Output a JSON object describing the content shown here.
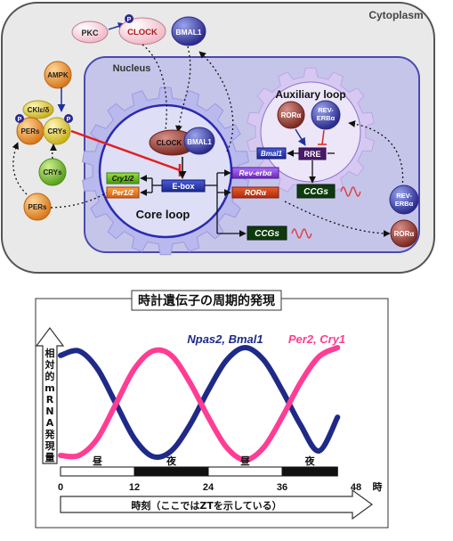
{
  "cell": {
    "cytoplasm_label": "Cytoplasm",
    "nucleus_label": "Nucleus",
    "core_loop_label": "Core loop",
    "auxiliary_loop_label": "Auxiliary loop"
  },
  "cytoplasm_items": {
    "pkc": "PKC",
    "clock": "CLOCK",
    "bmal1": "BMAL1",
    "ampk": "AMPK",
    "ck": "CKIε/δ",
    "pers": "PERs",
    "crys": "CRYs",
    "crys2": "CRYs",
    "pers2": "PERs",
    "p": "P",
    "rev_erb": "REV-ERBα",
    "ror": "RORα"
  },
  "core_loop": {
    "clock": "CLOCK",
    "bmal1": "BMAL1",
    "ebox": "E-box",
    "cry12": "Cry1/2",
    "per12": "Per1/2",
    "rev_erb": "Rev-erbα",
    "ror": "RORα",
    "ccgs": "CCGs"
  },
  "aux_loop": {
    "ror": "RORα",
    "rev_erb": "REV-ERBα",
    "rre": "RRE",
    "bmal1": "Bmal1",
    "ccgs": "CCGs"
  },
  "colors": {
    "cytoplasm_fill": "#e9e9e9",
    "nucleus_fill": "#c5c5ea",
    "gear_fill": "#b9b9ee",
    "core_fill": "#dedef6",
    "aux_gear_fill": "#d6c8f0",
    "aux_inner_fill": "#ece6f8",
    "inhibit_red": "#e02020",
    "wave_red": "#e0404a",
    "navy": "#1f2a88",
    "magenta": "#ff3d94"
  },
  "graph": {
    "title": "時計遺伝子の周期的発現",
    "y_axis_label": "相対的mRNA発現量",
    "series_a_label": "Npas2, Bmal1",
    "series_b_label": "Per2, Cry1",
    "day_label_1": "昼",
    "night_label_1": "夜",
    "day_label_2": "昼",
    "night_label_2": "夜",
    "time_unit": "時",
    "x_axis_label": "時刻（ここではZTを示している）",
    "ticks": [
      "0",
      "12",
      "24",
      "36",
      "48"
    ]
  },
  "chart_data": {
    "type": "line",
    "x_range": [
      0,
      48
    ],
    "x_ticks": [
      0,
      12,
      24,
      36,
      48
    ],
    "light_dark_bar": [
      {
        "from": 0,
        "to": 12,
        "phase": "昼"
      },
      {
        "from": 12,
        "to": 24,
        "phase": "夜"
      },
      {
        "from": 24,
        "to": 36,
        "phase": "昼"
      },
      {
        "from": 36,
        "to": 45,
        "phase": "夜"
      }
    ],
    "series": [
      {
        "name": "Npas2, Bmal1",
        "color": "#1f2a88",
        "x": [
          0,
          3,
          6,
          9,
          12,
          15,
          18,
          21,
          24,
          27,
          30,
          33,
          36,
          39,
          42,
          45
        ],
        "y": [
          0.93,
          0.97,
          0.81,
          0.5,
          0.19,
          0.03,
          0.08,
          0.31,
          0.62,
          0.89,
          1.0,
          0.89,
          0.62,
          0.31,
          0.08,
          0.38
        ]
      },
      {
        "name": "Per2, Cry1",
        "color": "#ff3d94",
        "x": [
          0,
          3,
          6,
          9,
          12,
          15,
          18,
          21,
          24,
          27,
          30,
          33,
          36,
          39,
          42,
          45
        ],
        "y": [
          0.04,
          0.04,
          0.19,
          0.5,
          0.81,
          0.97,
          0.93,
          0.69,
          0.38,
          0.11,
          0.0,
          0.11,
          0.38,
          0.69,
          0.92,
          1.0
        ]
      }
    ]
  }
}
